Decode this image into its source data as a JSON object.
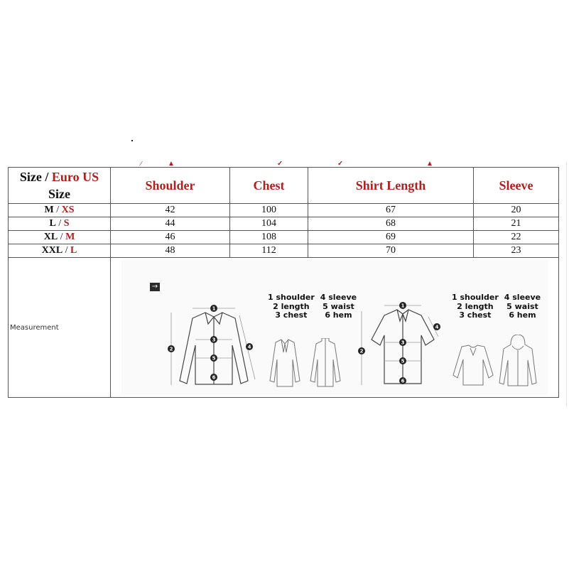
{
  "table": {
    "header": {
      "size_label_black": "Size / ",
      "size_label_red": "Euro US",
      "size_label_line2": "Size",
      "columns": [
        "Shoulder",
        "Chest",
        "Shirt Length",
        "Sleeve"
      ]
    },
    "rows": [
      {
        "euro": "M",
        "us": "XS",
        "shoulder": "42",
        "chest": "100",
        "length": "67",
        "sleeve": "20"
      },
      {
        "euro": "L",
        "us": "S",
        "shoulder": "44",
        "chest": "104",
        "length": "68",
        "sleeve": "21"
      },
      {
        "euro": "XL",
        "us": "M",
        "shoulder": "46",
        "chest": "108",
        "length": "69",
        "sleeve": "22"
      },
      {
        "euro": "XXL",
        "us": "L",
        "shoulder": "48",
        "chest": "112",
        "length": "70",
        "sleeve": "23"
      }
    ],
    "separator": " / ",
    "measurement_label": "Measurement"
  },
  "diagram": {
    "arrow_icon": "→",
    "legend_left": {
      "col1": [
        "1 shoulder",
        "2 length",
        "3 chest"
      ],
      "col2": [
        "4 sleeve",
        "5 waist",
        "6 hem"
      ]
    },
    "legend_right": {
      "col1": [
        "1 shoulder",
        "2 length",
        "3 chest"
      ],
      "col2": [
        "4 sleeve",
        "5 waist",
        "6 hem"
      ]
    },
    "markers_jacket": [
      "1",
      "2",
      "3",
      "4",
      "5",
      "6"
    ],
    "markers_shirt": [
      "1",
      "2",
      "3",
      "4",
      "5",
      "6"
    ]
  },
  "colors": {
    "accent_red": "#b01e1e",
    "border": "#555555"
  }
}
